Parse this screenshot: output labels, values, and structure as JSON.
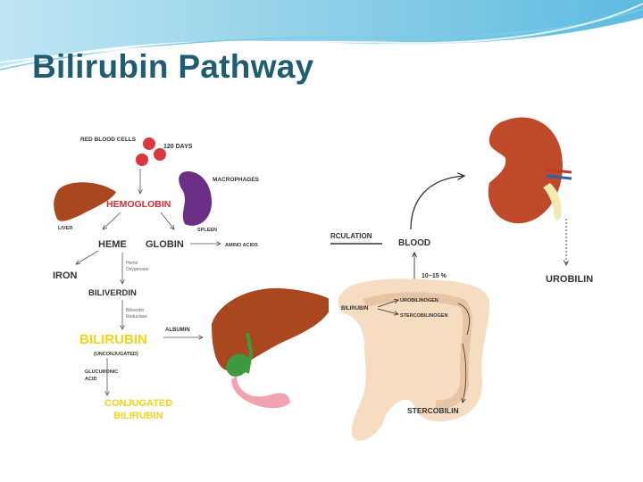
{
  "slide": {
    "title": "Bilirubin Pathway"
  },
  "diagram": {
    "left_panel": {
      "red_blood_cells": "RED BLOOD CELLS",
      "days": "120 DAYS",
      "macrophages": "MACROPHAGES",
      "hemoglobin": "HEMOGLOBIN",
      "liver": "LIVER",
      "spleen": "SPLEEN",
      "heme": "HEME",
      "globin": "GLOBIN",
      "amino_acids": "AMINO ACIDS",
      "iron": "IRON",
      "heme_oxygenase_1": "Heme",
      "heme_oxygenase_2": "Oxygenase",
      "biliverdin": "BILIVERDIN",
      "biliverdin_reductase_1": "Biliverdin",
      "biliverdin_reductase_2": "Reductase",
      "bilirubin": "BILIRUBIN",
      "unconjugated": "(UNCONJUGATED)",
      "albumin": "ALBUMIN",
      "glucuronic_1": "GLUCURONIC",
      "glucuronic_2": "ACID",
      "conjugated_1": "CONJUGATED",
      "conjugated_2": "BILIRUBIN"
    },
    "right_panel": {
      "circulation": "RCULATION",
      "blood": "BLOOD",
      "percent": "10−15 %",
      "urobilin": "UROBILIN",
      "urobilinogen": "UROBILINOGEN",
      "stercobilinogen": "STERCOBILINOGEN",
      "bilirubin": "BILIRUBIN",
      "stercobilin": "STERCOBILIN"
    }
  },
  "colors": {
    "title": "#1f5d72",
    "hemoglobin": "#e0282f",
    "bilirubin": "#f2d21c",
    "rbc": "#d9383e",
    "liver": "#a9481f",
    "spleen": "#6b2f86",
    "kidney": "#bf4a2a",
    "intestine": "#f6dcc0"
  }
}
